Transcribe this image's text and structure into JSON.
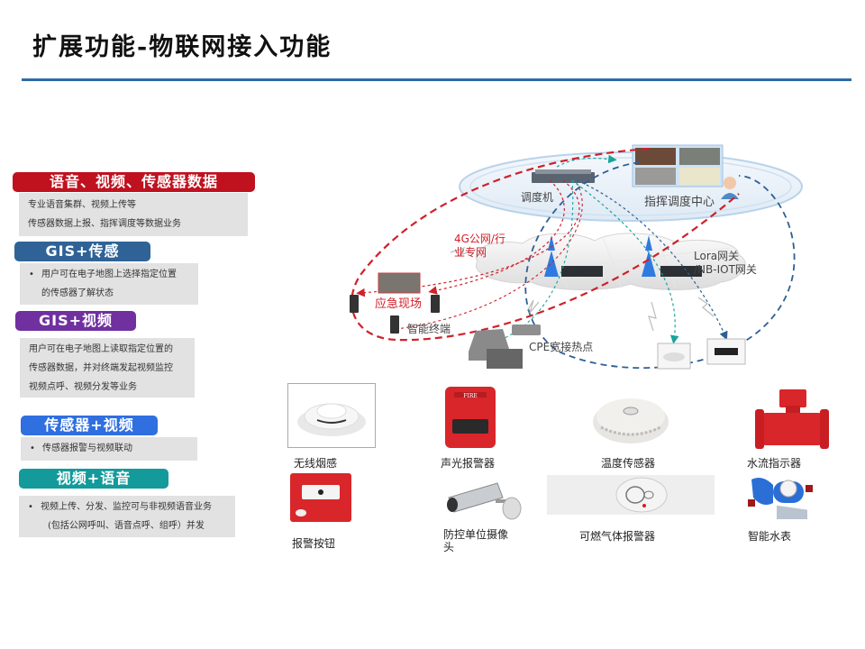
{
  "page": {
    "title": "扩展功能-物联网接入功能",
    "accent_color": "#2e6ba8"
  },
  "features": [
    {
      "header": "语音、视频、传感器数据",
      "header_color": "#c0111f",
      "lines": [
        "专业语音集群、视频上传等",
        "传感器数据上报、指挥调度等数据业务"
      ],
      "bulleted": false
    },
    {
      "header": "GIS+传感",
      "header_color": "#2f6397",
      "lines": [
        "用户可在电子地图上选择指定位置",
        "的传感器了解状态"
      ],
      "bulleted": true
    },
    {
      "header": "GIS+视频",
      "header_color": "#7030a0",
      "lines": [
        "用户可在电子地图上读取指定位置的",
        "传感器数据，并对终端发起视频监控",
        "视频点呼、视频分发等业务"
      ],
      "bulleted": false
    },
    {
      "header": "传感器+视频",
      "header_color": "#2f6fe0",
      "lines": [
        "传感器报警与视频联动"
      ],
      "bulleted": true
    },
    {
      "header": "视频+语音",
      "header_color": "#149a9a",
      "lines": [
        "视频上传、分发、监控可与非视频语音业务",
        "(包括公网呼叫、语音点呼、组呼）并发"
      ],
      "bulleted": true
    }
  ],
  "diagram": {
    "labels": {
      "dispatcher": "调度机",
      "command_center": "指挥调度中心",
      "network": "4G公网/行\n业专网",
      "network_line1": "4G公网/行",
      "network_line2": "业专网",
      "gateway_line1": "Lora网关",
      "gateway_line2": "/NB-IOT网关",
      "emergency_site": "应急现场",
      "smart_terminal": "智能终端",
      "cpe": "CPE宽接热点"
    },
    "colors": {
      "red_link": "#d0202a",
      "blue_link": "#2f5f94",
      "teal_link": "#1aa39a"
    }
  },
  "devices": [
    {
      "name": "无线烟感",
      "icon": "smoke-detector"
    },
    {
      "name": "声光报警器",
      "icon": "sound-light-alarm"
    },
    {
      "name": "温度传感器",
      "icon": "temperature-sensor"
    },
    {
      "name": "水流指示器",
      "icon": "water-flow-indicator"
    },
    {
      "name": "报警按钮",
      "icon": "alarm-button"
    },
    {
      "name": "防控单位摄像头",
      "icon": "security-camera"
    },
    {
      "name": "可燃气体报警器",
      "icon": "gas-alarm"
    },
    {
      "name": "智能水表",
      "icon": "smart-water-meter"
    }
  ]
}
